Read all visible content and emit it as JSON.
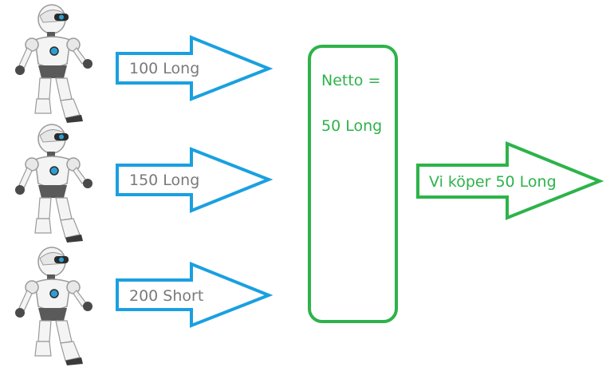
{
  "colors": {
    "blue_arrow": "#1aa0e0",
    "green": "#2db34a",
    "label_gray": "#7a7a7a",
    "robot_white": "#f2f2f2",
    "robot_gray": "#8a8a8a",
    "robot_dark": "#3a3a3a",
    "robot_eye": "#2a9fd6"
  },
  "robots": [
    {
      "name": "robot-1",
      "icon": "robot-icon"
    },
    {
      "name": "robot-2",
      "icon": "robot-icon"
    },
    {
      "name": "robot-3",
      "icon": "robot-icon"
    }
  ],
  "orders": [
    {
      "label": "100 Long"
    },
    {
      "label": "150 Long"
    },
    {
      "label": "200 Short"
    }
  ],
  "netto_box": {
    "line1": "Netto =",
    "line2": "50 Long"
  },
  "result_arrow": {
    "label": "Vi köper 50 Long"
  }
}
